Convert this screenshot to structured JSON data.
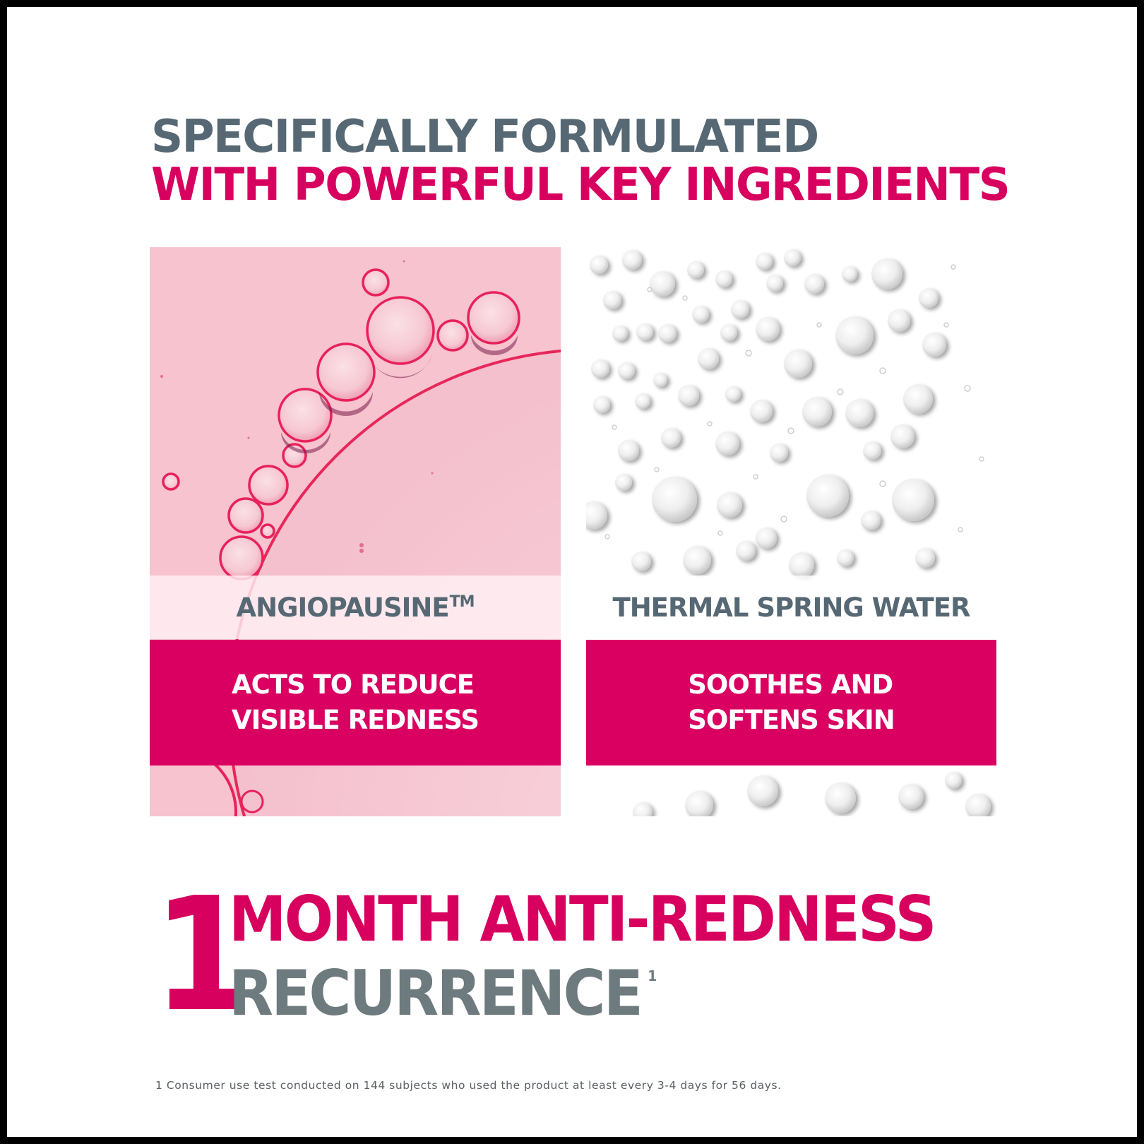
{
  "heading": {
    "line1": "SPECIFICALLY FORMULATED",
    "line2": "WITH POWERFUL KEY INGREDIENTS"
  },
  "colors": {
    "brand_pink": "#d8005f",
    "box_pink": "#d90062",
    "heading_gray": "#566873",
    "claim_gray": "#6d7a7e",
    "image_pink_bg": "#f6c3ce",
    "border": "#000000"
  },
  "ingredients": [
    {
      "name": "ANGIOPAUSINE",
      "trademark": "TM",
      "image": "pink-oil-bubbles-image",
      "benefit_line1": "ACTS TO REDUCE",
      "benefit_line2": "VISIBLE REDNESS"
    },
    {
      "name": "THERMAL SPRING WATER",
      "trademark": "",
      "image": "water-droplets-image",
      "benefit_line1": "SOOTHES AND",
      "benefit_line2": "SOFTENS SKIN"
    }
  ],
  "claim": {
    "number": "1",
    "line1": "MONTH ANTI-REDNESS",
    "line2": "RECURRENCE",
    "footnote_marker": "1"
  },
  "footnote": "1 Consumer use test conducted on 144 subjects who used the product at least every 3-4 days for 56 days."
}
